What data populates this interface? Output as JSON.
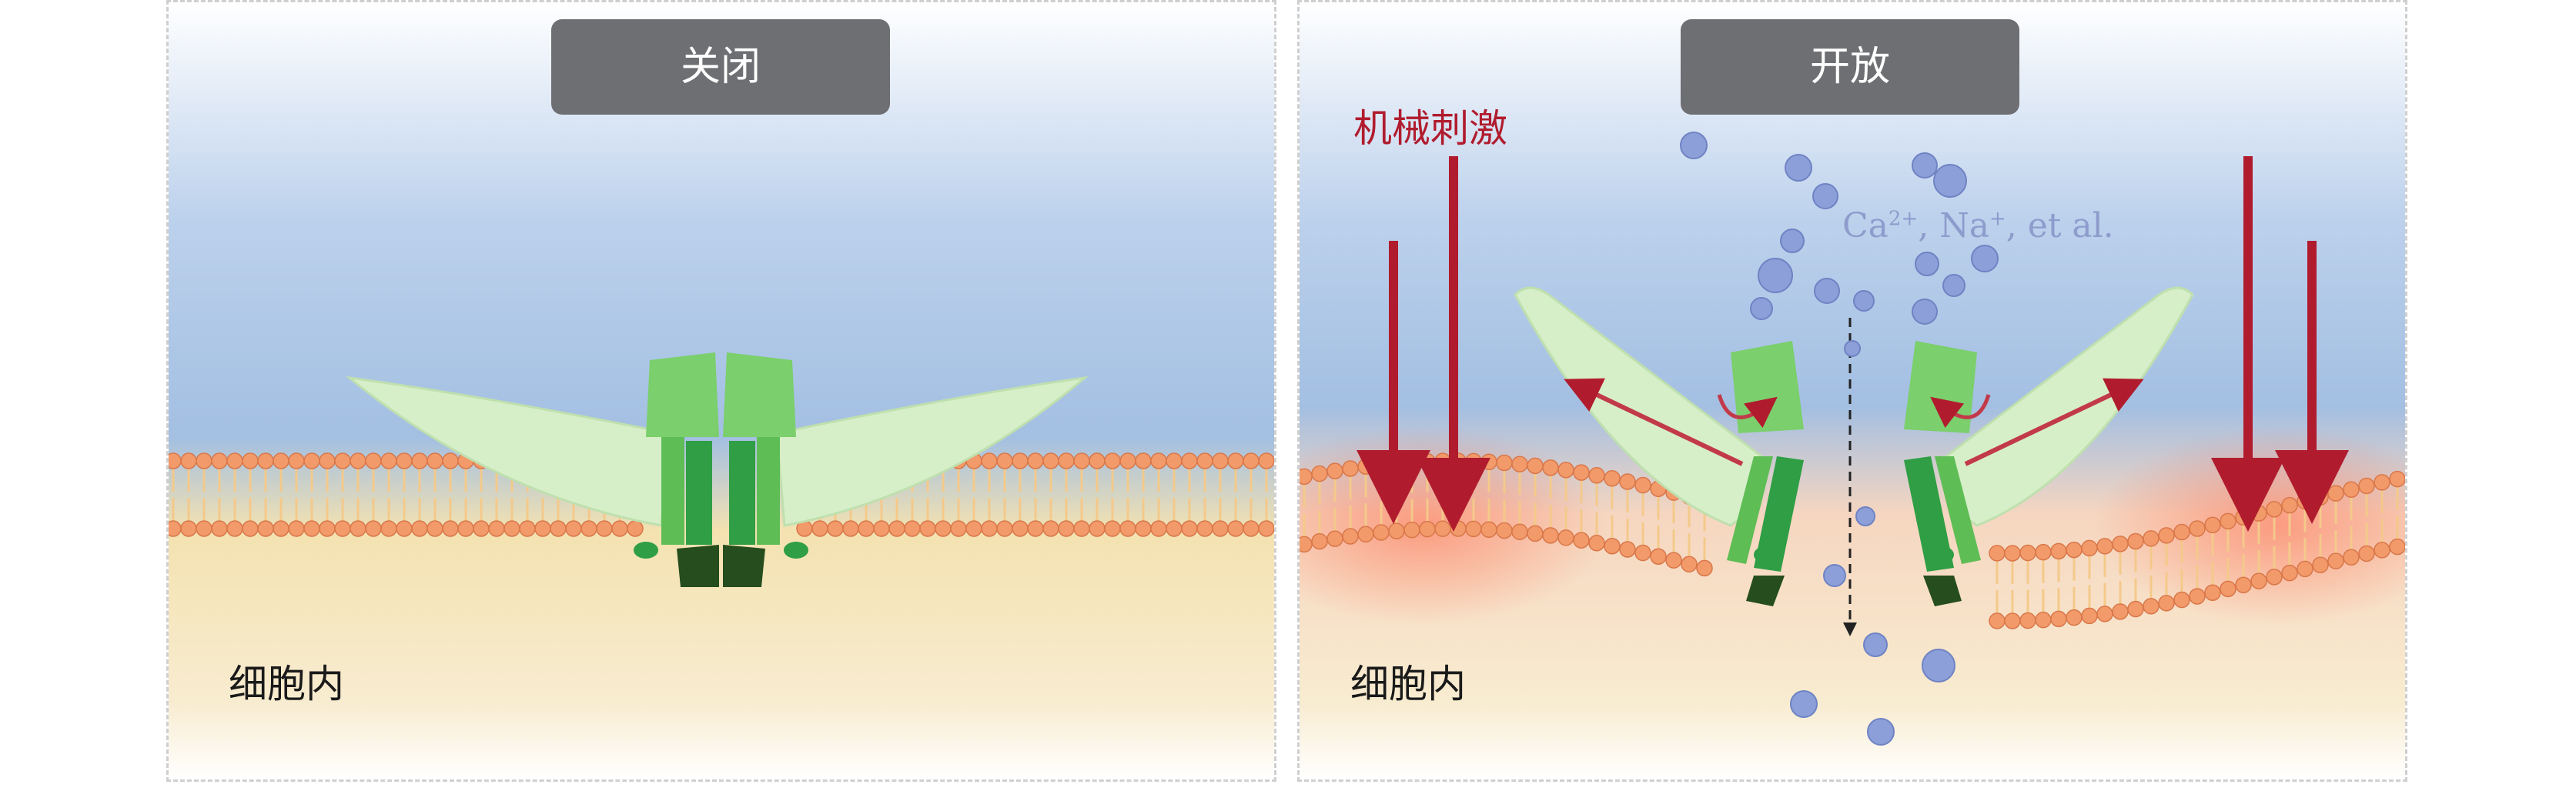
{
  "panels": {
    "closed": {
      "title": "关闭",
      "region_label": "细胞内"
    },
    "open": {
      "title": "开放",
      "region_label": "细胞内",
      "stimulus_label": "机械刺激",
      "ions": {
        "ca": "Ca",
        "ca_charge": "2+",
        "sep1": ", ",
        "na": "Na",
        "na_charge": "+",
        "rest": ", et al."
      }
    }
  },
  "colors": {
    "membrane_head": "#f29a6a",
    "membrane_tail": "#f4c98a",
    "blade": "#d6efc8",
    "channel_dark": "#2f9e44",
    "channel_light": "#7bcf6c",
    "channel_base": "#264d1e",
    "arrow_red": "#b01c2e",
    "ion_blue": "#8c9fd8",
    "label_bg": "#6e6f73"
  }
}
